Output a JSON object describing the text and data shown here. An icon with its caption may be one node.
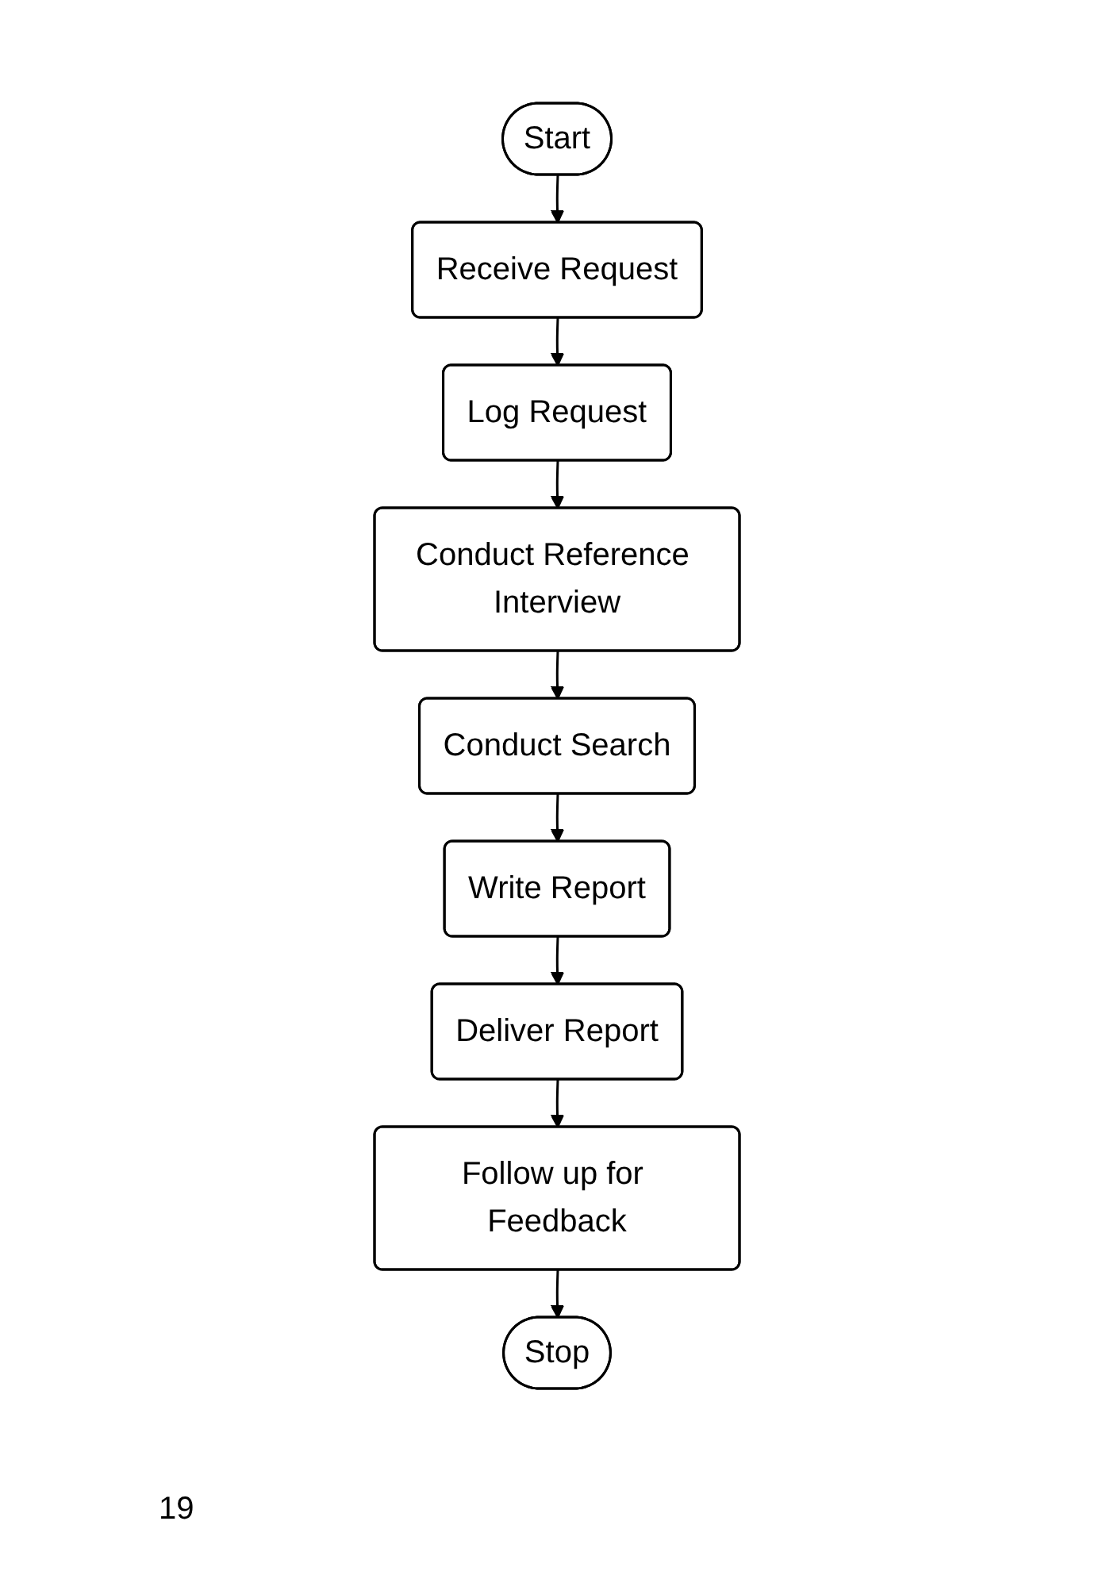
{
  "diagram": {
    "nodes": [
      {
        "text": [
          "Start"
        ]
      },
      {
        "text": [
          "Receive Request"
        ]
      },
      {
        "text": [
          "Log Request"
        ]
      },
      {
        "text": [
          "Conduct Reference Interview"
        ]
      },
      {
        "text": [
          "Conduct Search"
        ]
      },
      {
        "text": [
          "Write Report"
        ]
      },
      {
        "text": [
          "Deliver Report"
        ]
      },
      {
        "text": [
          "Follow up for Feedback"
        ]
      },
      {
        "text": [
          "Stop"
        ]
      }
    ],
    "edges": [
      {
        "from": 0,
        "to": 1,
        "arrow": "to"
      },
      {
        "from": 1,
        "to": 2,
        "arrow": "to"
      },
      {
        "from": 2,
        "to": 3,
        "arrow": "to"
      },
      {
        "from": 3,
        "to": 4,
        "arrow": "to"
      },
      {
        "from": 4,
        "to": 5,
        "arrow": "to"
      },
      {
        "from": 5,
        "to": 6,
        "arrow": "to"
      },
      {
        "from": 6,
        "to": 7,
        "arrow": "to"
      },
      {
        "from": 7,
        "to": 8,
        "arrow": "to"
      }
    ],
    "labels": [
      "19"
    ]
  }
}
